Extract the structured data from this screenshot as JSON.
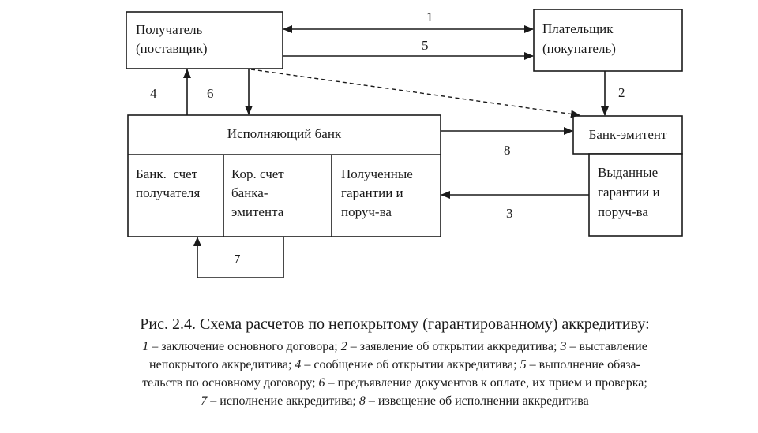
{
  "nodes": {
    "recipient": [
      "Получатель",
      "(поставщик)"
    ],
    "payer": [
      "Плательщик",
      "(покупатель)"
    ],
    "exec_bank": "Исполняющий банк",
    "exec_cells": {
      "acc_recipient": [
        "Банк.  счет",
        "получателя"
      ],
      "corr_account": [
        "Кор. счет",
        "банка-",
        "эмитента"
      ],
      "received_guar": [
        "Полученные",
        "гарантии и",
        "поруч-ва"
      ]
    },
    "issuer_bank": "Банк-эмитент",
    "issued_guar": [
      "Выданные",
      "гарантии и",
      "поруч-ва"
    ]
  },
  "edges": {
    "e1": "1",
    "e2": "2",
    "e3": "3",
    "e4": "4",
    "e5": "5",
    "e6": "6",
    "e7": "7",
    "e8": "8"
  },
  "caption": {
    "title": "Рис. 2.4. Схема расчетов по непокрытому (гарантированному) аккредитиву:",
    "lines": [
      [
        {
          "t": "1",
          "i": true
        },
        {
          "t": " – заключение основного договора; ",
          "i": false
        },
        {
          "t": "2",
          "i": true
        },
        {
          "t": " – заявление об открытии аккредитива; ",
          "i": false
        },
        {
          "t": "3",
          "i": true
        },
        {
          "t": " – выставление",
          "i": false
        }
      ],
      [
        {
          "t": "непокрытого аккредитива; ",
          "i": false
        },
        {
          "t": "4",
          "i": true
        },
        {
          "t": " – сообщение об открытии аккредитива; ",
          "i": false
        },
        {
          "t": "5",
          "i": true
        },
        {
          "t": " – выполнение обяза-",
          "i": false
        }
      ],
      [
        {
          "t": "тельств по основному договору; ",
          "i": false
        },
        {
          "t": "6",
          "i": true
        },
        {
          "t": " – предъявление документов к оплате, их прием и проверка;",
          "i": false
        }
      ],
      [
        {
          "t": "7",
          "i": true
        },
        {
          "t": " – исполнение аккредитива; ",
          "i": false
        },
        {
          "t": "8",
          "i": true
        },
        {
          "t": " – извещение об исполнении аккредитива",
          "i": false
        }
      ]
    ]
  }
}
